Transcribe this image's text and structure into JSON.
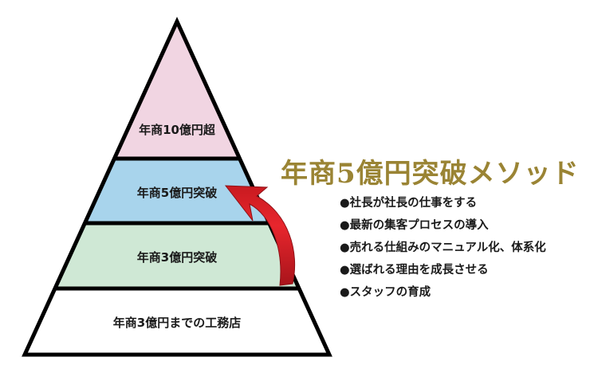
{
  "pyramid": {
    "tiers": [
      {
        "label": "年商10億円超",
        "color": "#f1d5e2"
      },
      {
        "label": "年商5億円突破",
        "color": "#a8d4ec"
      },
      {
        "label": "年商3億円突破",
        "color": "#cfe8d5"
      },
      {
        "label": "年商3億円までの工務店",
        "color": "#ffffff"
      }
    ]
  },
  "method": {
    "title": "年商5億円突破メソッド",
    "items": [
      "●社長が社長の仕事をする",
      "●最新の集客プロセスの導入",
      "●売れる仕組みのマニュアル化、体系化",
      "●選ばれる理由を成長させる",
      "●スタッフの育成"
    ]
  },
  "colors": {
    "title": "#9a8434",
    "arrow": "#d8232a",
    "outline": "#000000"
  }
}
